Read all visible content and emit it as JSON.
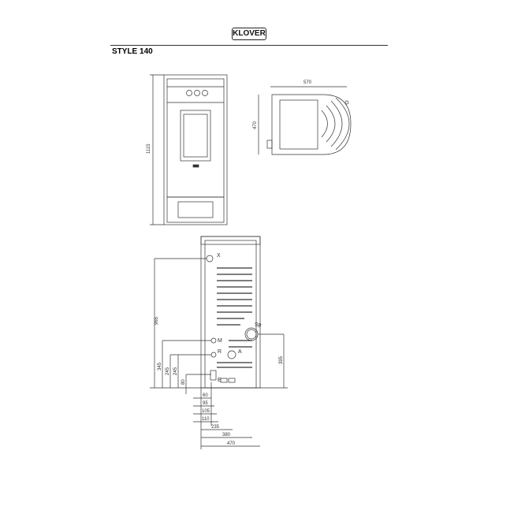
{
  "header": {
    "logo": "KLOVER",
    "title": "STYLE 140"
  },
  "front_view": {
    "height": "1115"
  },
  "top_view": {
    "width": "570",
    "depth": "470"
  },
  "side_view": {
    "labels": {
      "x": "X",
      "m": "M",
      "r": "R",
      "a": "A",
      "sp": "Sp",
      "e": "E"
    },
    "vertical_dims": [
      "965",
      "345",
      "245",
      "245",
      "80",
      "395"
    ],
    "horizontal_dims": [
      "60",
      "95",
      "105",
      "110",
      "235",
      "380",
      "470"
    ]
  }
}
